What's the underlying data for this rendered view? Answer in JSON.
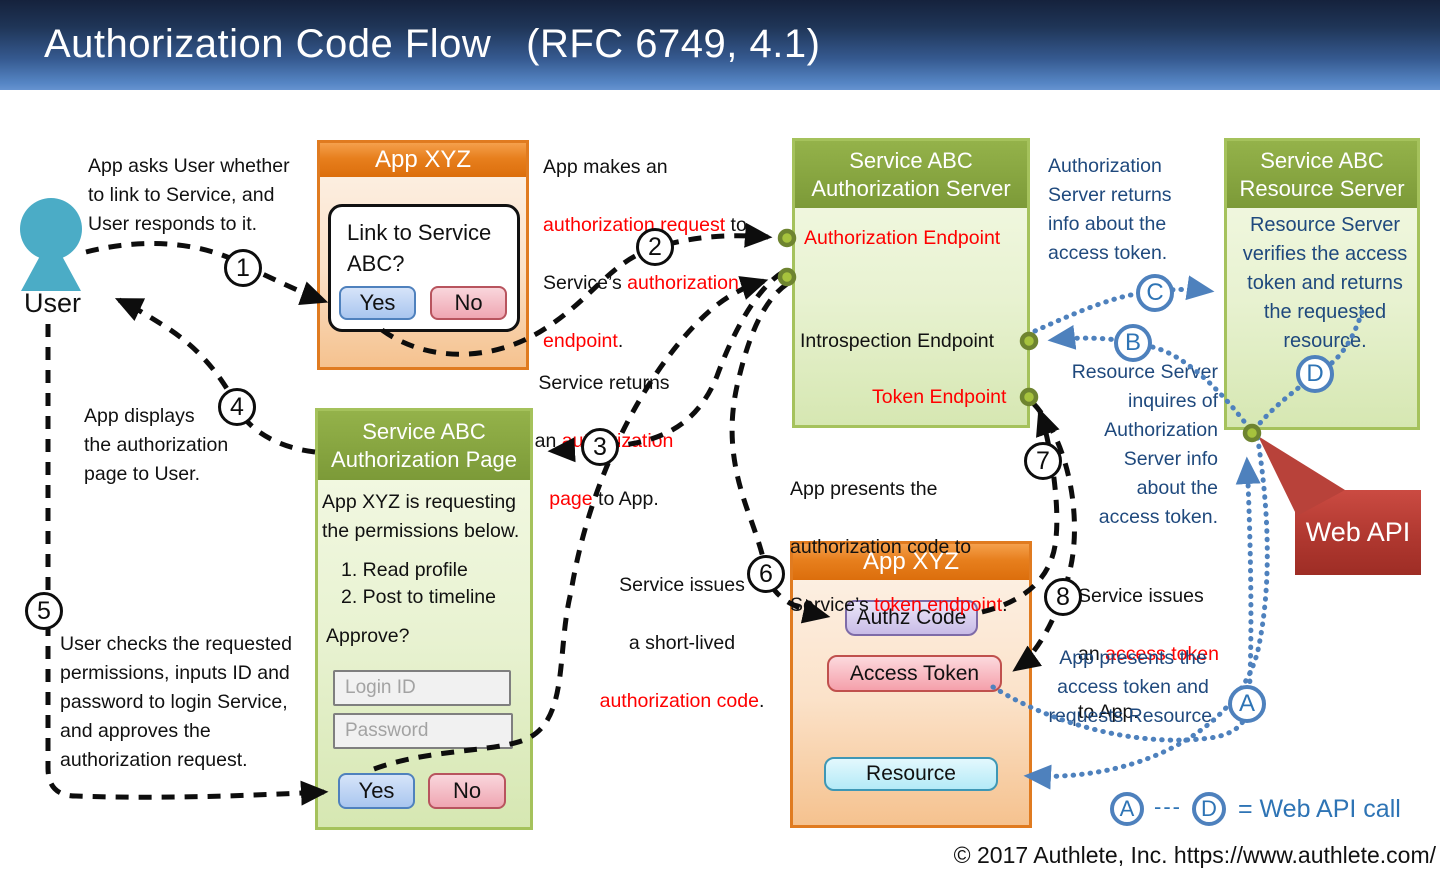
{
  "title": "Authorization Code Flow   (RFC 6749, 4.1)",
  "colors": {
    "header_blue_top": "#15223c",
    "header_blue_bottom": "#5585c4",
    "orange_header": "#E77F1D",
    "green_header": "#7C9A38",
    "red_text": "#FF0000",
    "dark_blue_text": "#1F497D",
    "web_api_red": "#B03830",
    "blue_arrow": "#4E81BD",
    "user_teal": "#4BACC6",
    "port_dot": "#A6C23D"
  },
  "actors": {
    "user_label": "User"
  },
  "boxes": {
    "app_top": {
      "title": "App XYZ",
      "dialog": {
        "question": "Link to Service ABC?",
        "yes": "Yes",
        "no": "No"
      }
    },
    "auth_server": {
      "title_line1": "Service ABC",
      "title_line2": "Authorization Server",
      "authorization_endpoint": "Authorization Endpoint",
      "introspection_endpoint": "Introspection Endpoint",
      "token_endpoint": "Token Endpoint"
    },
    "resource_server": {
      "title_line1": "Service ABC",
      "title_line2": "Resource Server",
      "body": "Resource Server\nverifies the access\ntoken and returns\nthe requested\nresource."
    },
    "auth_page": {
      "title_line1": "Service ABC",
      "title_line2": "Authorization Page",
      "intro": "App XYZ is requesting\nthe permissions below.",
      "permissions": [
        "1. Read profile",
        "2. Post to timeline"
      ],
      "approve": "Approve?",
      "login_placeholder": "Login ID",
      "password_placeholder": "Password",
      "yes": "Yes",
      "no": "No"
    },
    "app_bottom": {
      "title": "App XYZ",
      "authz_code": "Authz Code",
      "access_token": "Access Token",
      "resource": "Resource"
    },
    "web_api": {
      "label": "Web API"
    }
  },
  "markers": {
    "n1": "1",
    "n2": "2",
    "n3": "3",
    "n4": "4",
    "n5": "5",
    "n6": "6",
    "n7": "7",
    "n8": "8",
    "a": "A",
    "b": "B",
    "c": "C",
    "d": "D"
  },
  "annotations": {
    "step1": {
      "text": "App asks User whether\nto link to Service, and\nUser responds to it."
    },
    "step2": {
      "l1": "App makes an",
      "l2_red": "authorization request",
      "l2_tail": " to",
      "l3_head": "Service’s ",
      "l3_red": "authorization",
      "l4_red": "endpoint",
      "l4_tail": "."
    },
    "step3": {
      "l1": "Service returns",
      "l2_head": "an ",
      "l2_red": "authorization",
      "l3_red": "page",
      "l3_tail": " to App."
    },
    "step4": {
      "text": "App displays\nthe authorization\npage to User."
    },
    "step5": {
      "text": "User checks the requested\npermissions, inputs ID and\npassword to login Service,\nand approves the\nauthorization request."
    },
    "step6": {
      "l1": "Service issues",
      "l2": "a short-lived",
      "l3_red": "authorization code",
      "l3_tail": "."
    },
    "step7": {
      "l1": "App presents the",
      "l2": "authorization code to",
      "l3_head": "Service’s ",
      "l3_red": "token endpoint",
      "l3_tail": "."
    },
    "step8": {
      "l1": "Service issues",
      "l2_head": "an ",
      "l2_red": "access token",
      "l3": "to App."
    },
    "auth_returns": {
      "text": "Authorization\nServer returns\ninfo about the\naccess token."
    },
    "rs_inquires": {
      "text": "Resource Server\ninquires of\nAuthorization\nServer info\nabout the\naccess token."
    },
    "app_presents_token": {
      "text": "App presents the\naccess token and\nrequests Resource."
    }
  },
  "legend": {
    "a": "A",
    "dashes": "---",
    "d": "D",
    "equals_text": "= Web API call"
  },
  "footer": {
    "copyright": "© 2017 Authlete, Inc.  https://www.authlete.com/"
  }
}
